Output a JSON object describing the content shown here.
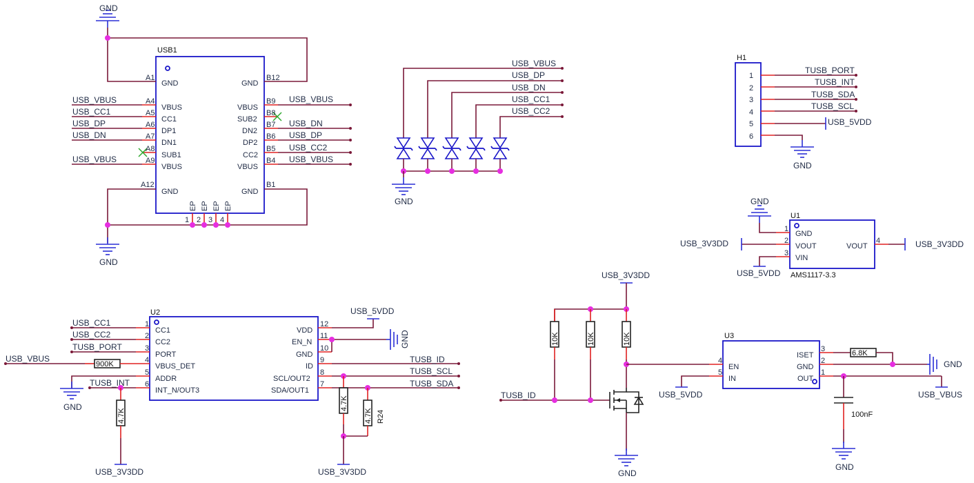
{
  "nets": {
    "gnd": "GND",
    "usb_vbus": "USB_VBUS",
    "usb_cc1": "USB_CC1",
    "usb_cc2": "USB_CC2",
    "usb_dp": "USB_DP",
    "usb_dn": "USB_DN",
    "usb_5vdd": "USB_5VDD",
    "usb_3v3dd": "USB_3V3DD",
    "tusb_port": "TUSB_PORT",
    "tusb_int": "TUSB_INT",
    "tusb_sda": "TUSB_SDA",
    "tusb_scl": "TUSB_SCL",
    "tusb_id": "TUSB_ID"
  },
  "usb1": {
    "ref": "USB1",
    "pin_numbers": {
      "a1": "A1",
      "a4": "A4",
      "a5": "A5",
      "a6": "A6",
      "a7": "A7",
      "a8": "A8",
      "a9": "A9",
      "a12": "A12",
      "b12": "B12",
      "b9": "B9",
      "b8": "B8",
      "b7": "B7",
      "b6": "B6",
      "b5": "B5",
      "b4": "B4",
      "b1": "B1",
      "ep1": "1",
      "ep2": "2",
      "ep3": "3",
      "ep4": "4"
    },
    "pin_names": {
      "gnd": "GND",
      "vbus": "VBUS",
      "cc1": "CC1",
      "dp1": "DP1",
      "dn1": "DN1",
      "sub1": "SUB1",
      "sub2": "SUB2",
      "dn2": "DN2",
      "dp2": "DP2",
      "cc2": "CC2",
      "ep": "EP"
    }
  },
  "h1": {
    "ref": "H1",
    "pins": [
      "1",
      "2",
      "3",
      "4",
      "5",
      "6"
    ]
  },
  "u1": {
    "ref": "U1",
    "value": "AMS1117-3.3",
    "pins": {
      "p1": "1",
      "p2": "2",
      "p3": "3",
      "p4": "4"
    },
    "pin_names": {
      "gnd": "GND",
      "vout": "VOUT",
      "vin": "VIN"
    }
  },
  "u2": {
    "ref": "U2",
    "left_pins": [
      {
        "num": "1",
        "name": "CC1"
      },
      {
        "num": "2",
        "name": "CC2"
      },
      {
        "num": "3",
        "name": "PORT"
      },
      {
        "num": "4",
        "name": "VBUS_DET"
      },
      {
        "num": "5",
        "name": "ADDR"
      },
      {
        "num": "6",
        "name": "INT_N/OUT3"
      }
    ],
    "right_pins": [
      {
        "num": "12",
        "name": "VDD"
      },
      {
        "num": "11",
        "name": "EN_N"
      },
      {
        "num": "10",
        "name": "GND"
      },
      {
        "num": "9",
        "name": "ID"
      },
      {
        "num": "8",
        "name": "SCL/OUT2"
      },
      {
        "num": "7",
        "name": "SDA/OUT1"
      }
    ]
  },
  "u3": {
    "ref": "U3",
    "pins": {
      "en": "4",
      "in": "5",
      "iset": "3",
      "gnd": "2",
      "out": "1"
    },
    "pin_names": {
      "en": "EN",
      "in": "IN",
      "iset": "ISET",
      "gnd": "GND",
      "out": "OUT"
    }
  },
  "components": {
    "r_900k": "900K",
    "r_4k7": "4.7K",
    "r24_ref": "R24",
    "r_10k": "10K",
    "r_6k8": "6.8K",
    "c_100nf": "100nF"
  }
}
